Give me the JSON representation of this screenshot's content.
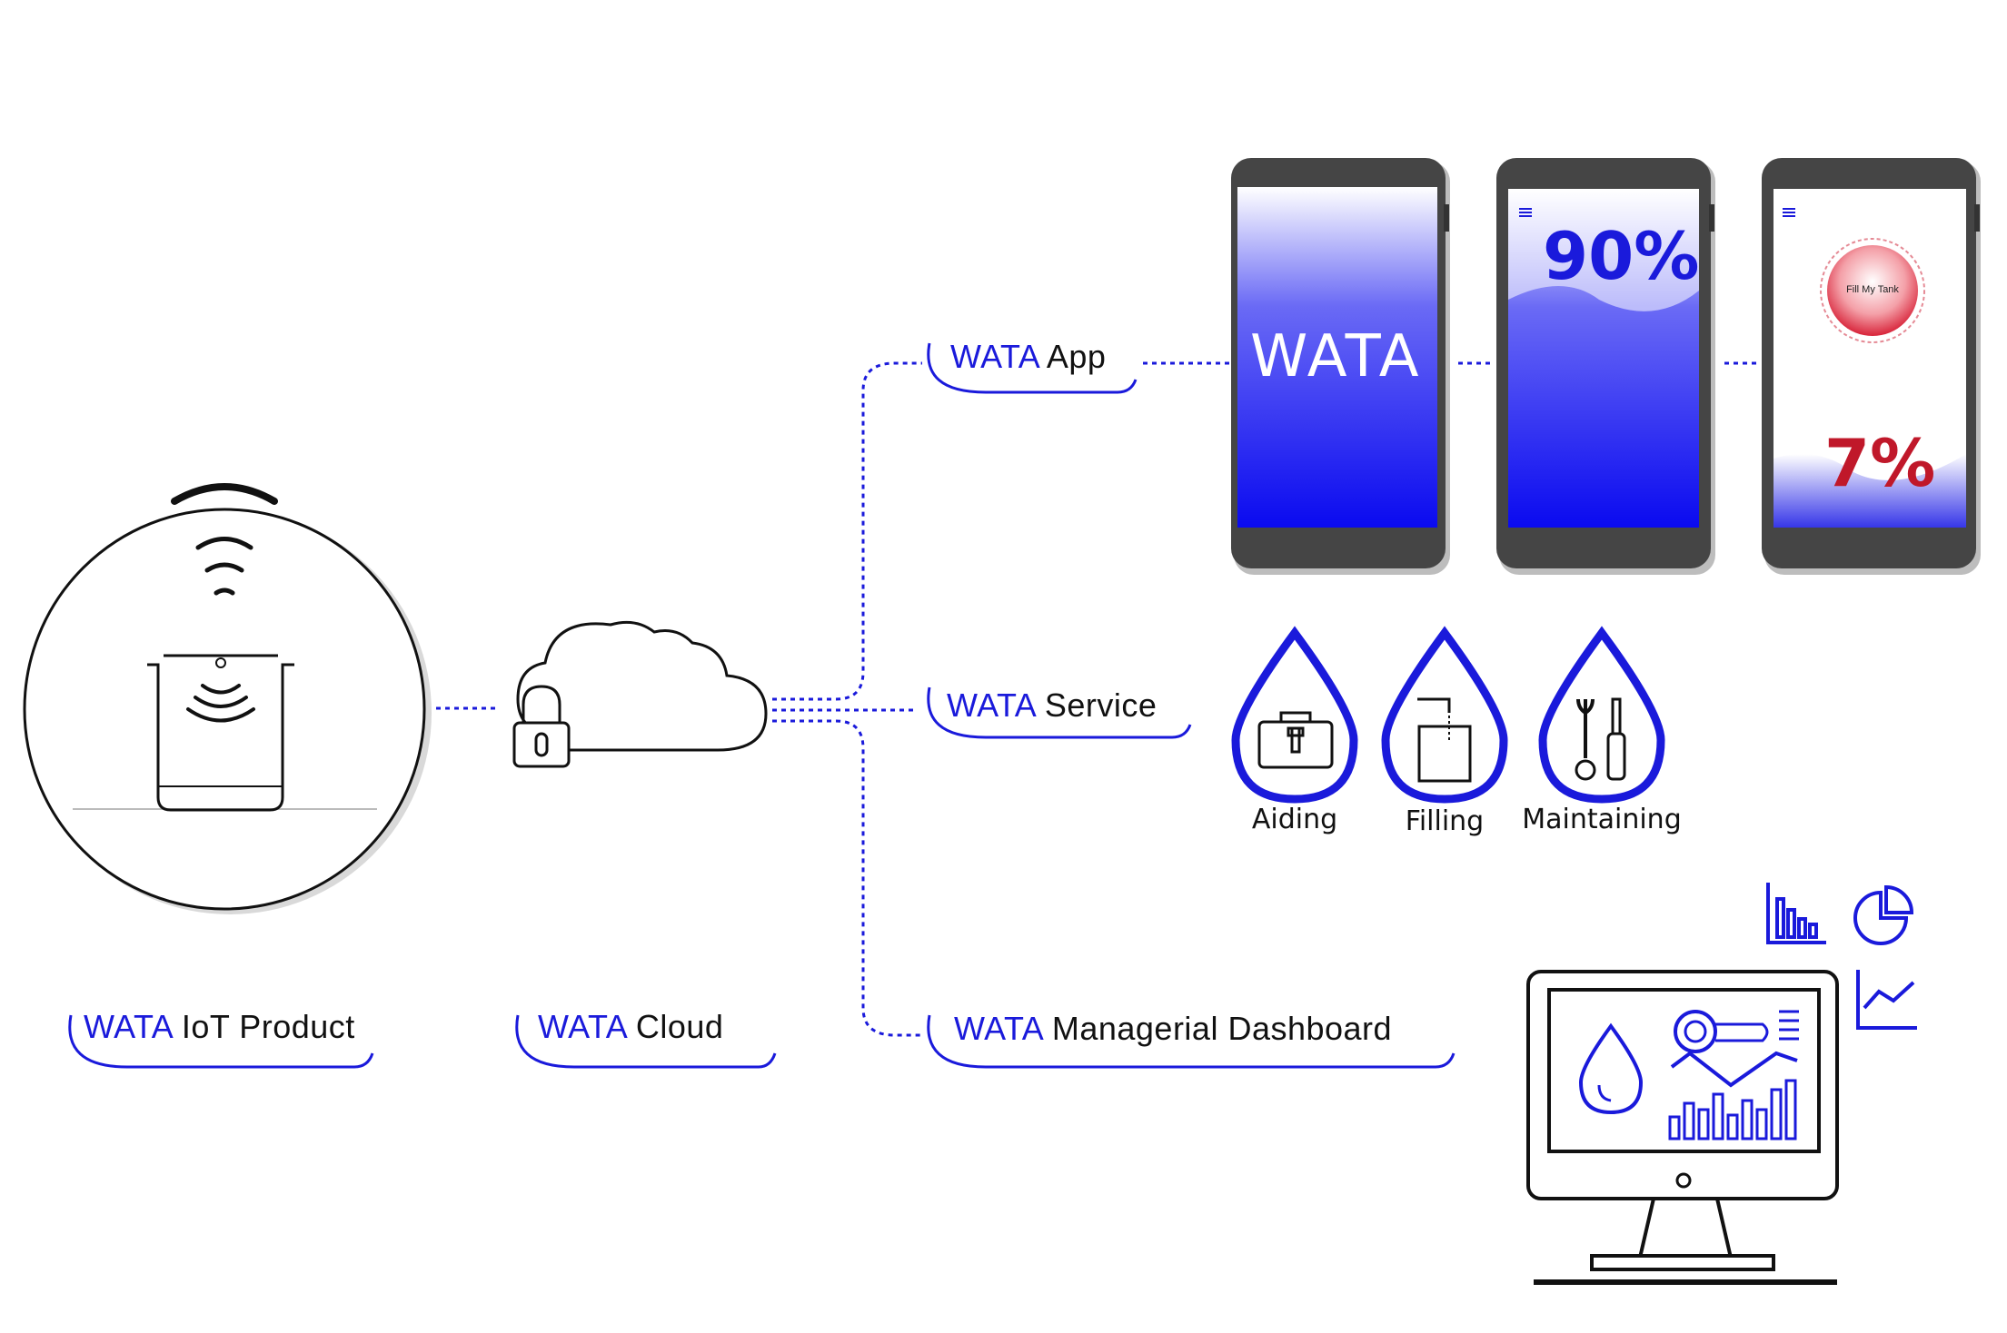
{
  "labels": {
    "iot": {
      "brand": "WATA",
      "rest": "IoT Product"
    },
    "cloud": {
      "brand": "WATA",
      "rest": "Cloud"
    },
    "app": {
      "brand": "WATA",
      "rest": "App"
    },
    "service": {
      "brand": "WATA",
      "rest": "Service"
    },
    "dashboard": {
      "brand": "WATA",
      "rest": "Managerial Dashboard"
    }
  },
  "phones": {
    "splash_logo": "WATA",
    "level_percent": "90%",
    "low_percent": "7%",
    "fill_button": "Fill My Tank"
  },
  "services": [
    "Aiding",
    "Filling",
    "Maintaining"
  ],
  "colors": {
    "brand": "#1a1adb",
    "alert": "#c0182a",
    "frame": "#444444"
  }
}
